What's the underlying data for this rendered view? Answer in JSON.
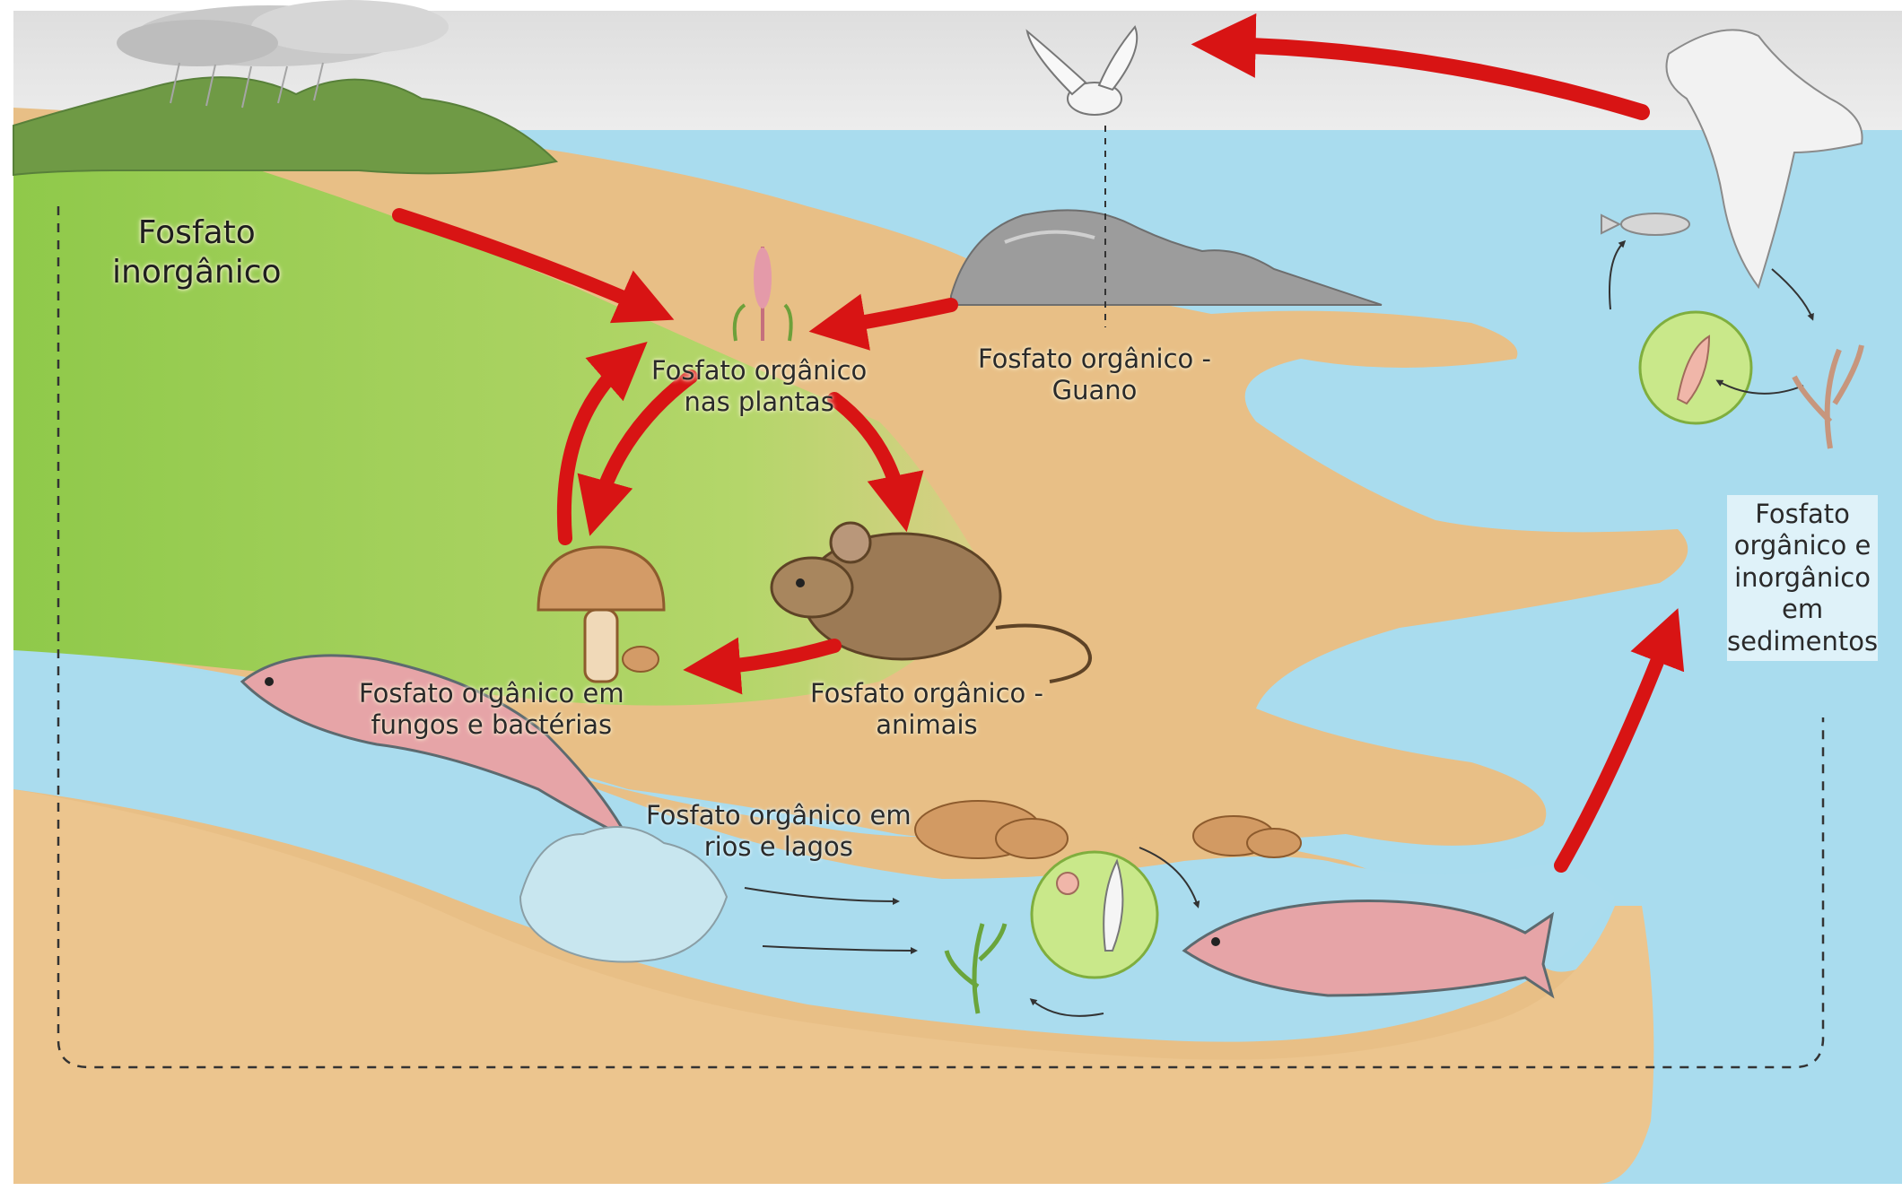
{
  "diagram": {
    "colors": {
      "sky": "#e9e9ea",
      "sea": "#a9dcee",
      "land": "#e8bf86",
      "grass": "#8fc94a",
      "hills": "#6f9a45",
      "arrow": "#d81414",
      "rock": "#9c9c9c",
      "zone_circle": "#c9e88a"
    },
    "labels": {
      "inorganic": [
        "Fosfato",
        "inorgânico"
      ],
      "plants": [
        "Fosfato orgânico",
        "nas plantas"
      ],
      "guano": [
        "Fosfato orgânico -",
        "Guano"
      ],
      "fungi": [
        "Fosfato orgânico em",
        "fungos e bactérias"
      ],
      "animals": [
        "Fosfato orgânico -",
        "animais"
      ],
      "rivers": [
        "Fosfato orgânico em",
        "rios e lagos"
      ],
      "sediments": [
        "Fosfato",
        "orgânico e",
        "inorgânico",
        "em",
        "sedimentos"
      ]
    },
    "illustrations": [
      "rain-cloud",
      "mountains",
      "seabird-flying",
      "seabird-diving",
      "rocks-with-guano",
      "plant",
      "mushroom",
      "mouse",
      "salmon-leaping",
      "salmon-swimming",
      "small-fish",
      "plankton-circle",
      "river-plankton-circle",
      "seaweed",
      "river-stones"
    ]
  }
}
